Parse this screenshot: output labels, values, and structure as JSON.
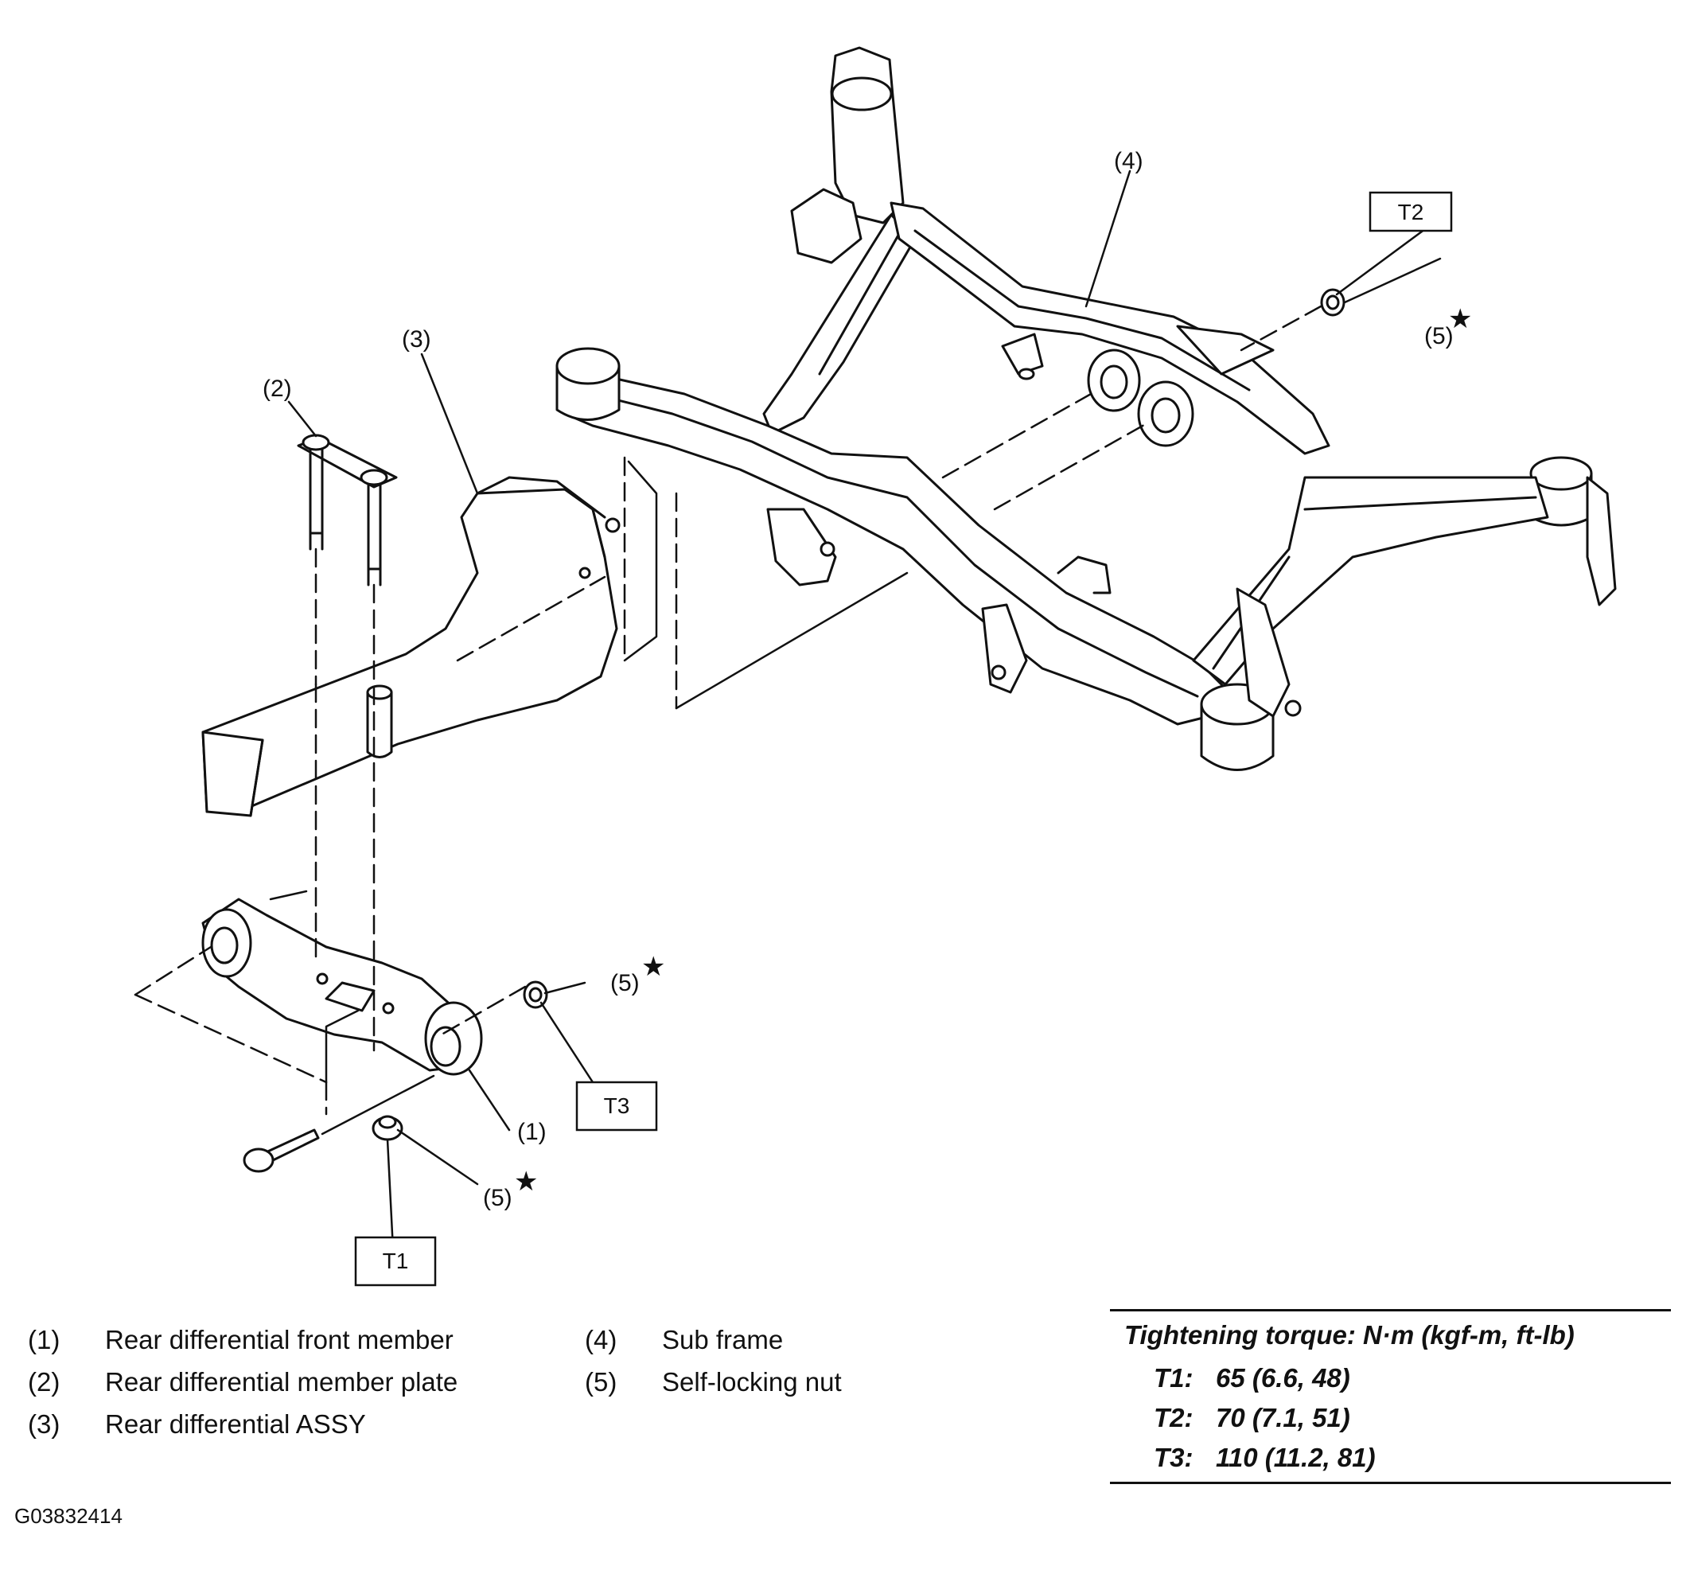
{
  "callouts": {
    "c1": "(1)",
    "c2": "(2)",
    "c3": "(3)",
    "c4": "(4)",
    "c5a": "(5)",
    "c5b": "(5)",
    "c5c": "(5)",
    "star": "★"
  },
  "torque_boxes": {
    "t1": "T1",
    "t2": "T2",
    "t3": "T3"
  },
  "legend": [
    {
      "num": "(1)",
      "text": "Rear differential front member"
    },
    {
      "num": "(2)",
      "text": "Rear differential member plate"
    },
    {
      "num": "(3)",
      "text": "Rear differential ASSY"
    },
    {
      "num": "(4)",
      "text": "Sub frame"
    },
    {
      "num": "(5)",
      "text": "Self-locking nut"
    }
  ],
  "torque_table": {
    "title": "Tightening torque: N·m (kgf-m, ft-lb)",
    "rows": [
      {
        "code": "T1:",
        "value": "65 (6.6, 48)"
      },
      {
        "code": "T2:",
        "value": "70 (7.1, 51)"
      },
      {
        "code": "T3:",
        "value": "110 (11.2, 81)"
      }
    ]
  },
  "figure_id": "G03832414"
}
